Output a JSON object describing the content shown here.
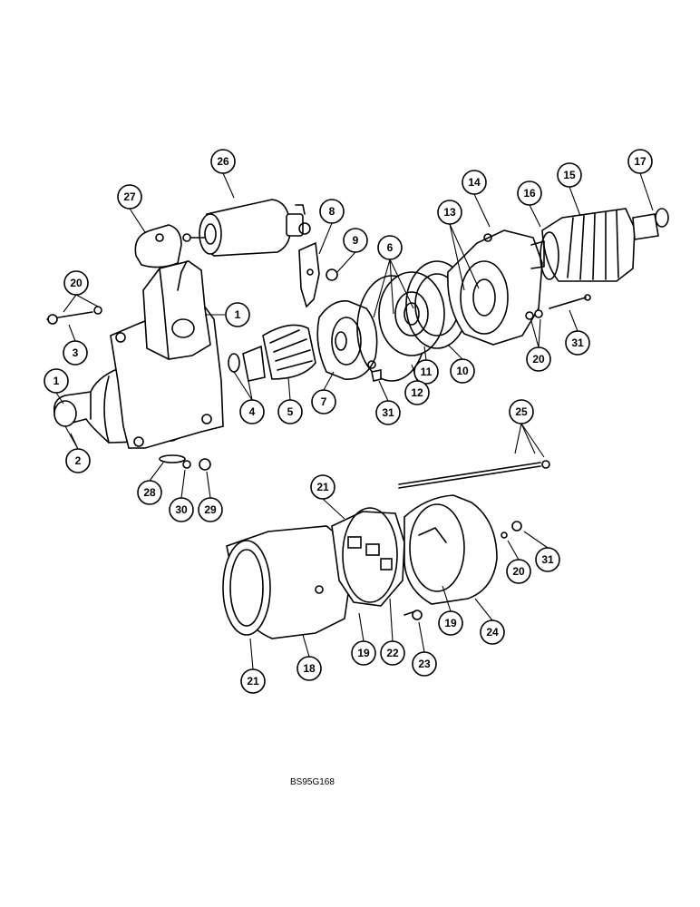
{
  "diagram": {
    "reference_code": "BS95G168",
    "callouts": [
      "1",
      "1",
      "2",
      "3",
      "4",
      "5",
      "6",
      "7",
      "8",
      "9",
      "10",
      "11",
      "12",
      "13",
      "14",
      "15",
      "16",
      "17",
      "18",
      "19",
      "19",
      "20",
      "20",
      "20",
      "21",
      "21",
      "22",
      "23",
      "24",
      "25",
      "26",
      "27",
      "28",
      "29",
      "30",
      "31",
      "31",
      "31"
    ]
  }
}
